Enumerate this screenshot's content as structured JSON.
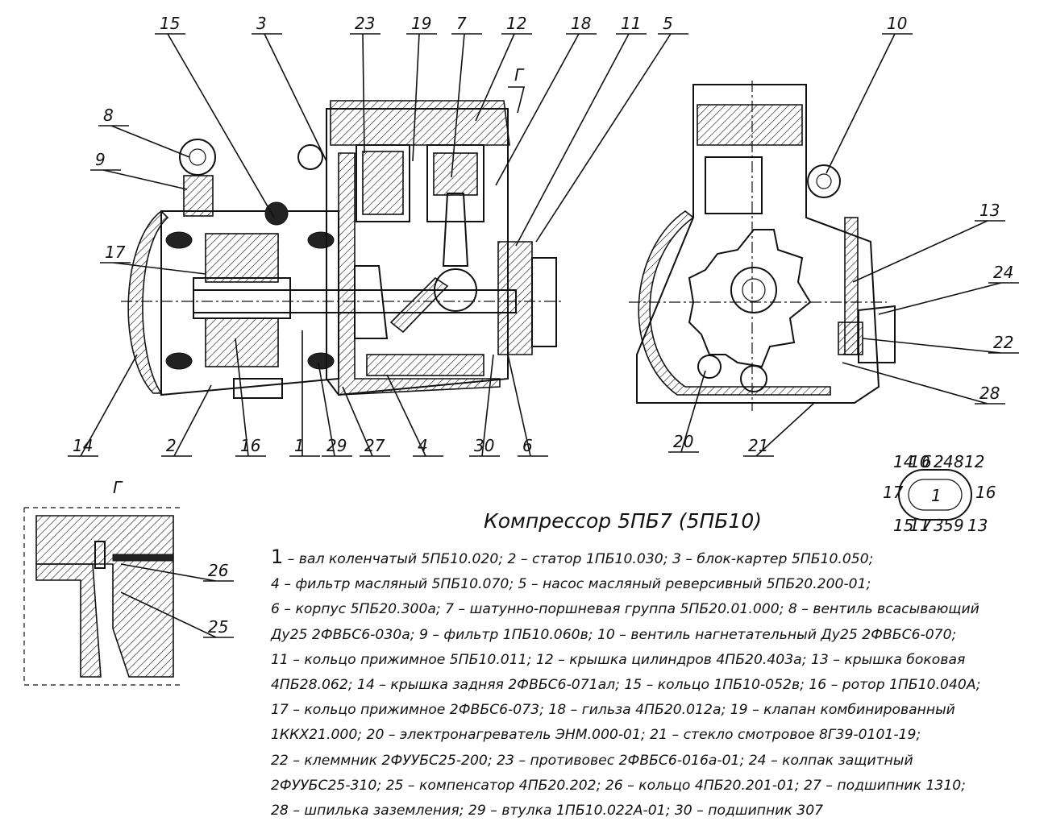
{
  "title": "Компрессор 5ПБ7 (5ПБ10)",
  "section_label": "Г",
  "callouts": {
    "main": [
      "15",
      "3",
      "23",
      "19",
      "7",
      "12",
      "18",
      "11",
      "5",
      "8",
      "9",
      "17",
      "14",
      "2",
      "16",
      "1",
      "29",
      "27",
      "4",
      "30",
      "6"
    ],
    "side": [
      "10",
      "13",
      "24",
      "22",
      "28",
      "20",
      "21"
    ],
    "detail": [
      "26",
      "25"
    ]
  },
  "schematic": {
    "top": [
      "14",
      "10",
      "6",
      "2",
      "4",
      "8",
      "12"
    ],
    "bottom": [
      "15",
      "11",
      "7",
      "3",
      "5",
      "9",
      "13"
    ],
    "left": "17",
    "right": "16",
    "center": "1"
  },
  "legend_first_number": "1",
  "legend_lines": [
    " – вал коленчатый 5ПБ10.020; 2 – статор 1ПБ10.030; 3 – блок-картер 5ПБ10.050;",
    "4 – фильтр масляный 5ПБ10.070; 5 – насос масляный реверсивный 5ПБ20.200-01;",
    "6 – корпус 5ПБ20.300а; 7 – шатунно-поршневая группа 5ПБ20.01.000; 8 – вентиль всасывающий",
    "Ду25 2ФВБС6-030а; 9 – фильтр 1ПБ10.060в; 10 – вентиль нагнетательный Ду25 2ФВБС6-070;",
    "11 – кольцо прижимное 5ПБ10.011; 12 – крышка цилиндров 4ПБ20.403а; 13 – крышка боковая",
    "4ПБ28.062; 14 – крышка задняя 2ФВБС6-071ал; 15 – кольцо 1ПБ10-052в; 16 – ротор 1ПБ10.040А;",
    "17 – кольцо прижимное 2ФВБС6-073; 18 – гильза 4ПБ20.012а; 19 – клапан комбинированный",
    "1ККХ21.000; 20 – электронагреватель ЭНМ.000-01; 21 – стекло смотровое 8Г39-0101-19;",
    "22 – клеммник 2ФУУБС25-200; 23 – противовес 2ФВБС6-016а-01; 24 – колпак защитный",
    "2ФУУБС25-310; 25 – компенсатор 4ПБ20.202; 26 – кольцо 4ПБ20.201-01; 27 – подшипник 1310;",
    "28 – шпилька заземления; 29 – втулка 1ПБ10.022А-01; 30 – подшипник 307"
  ]
}
